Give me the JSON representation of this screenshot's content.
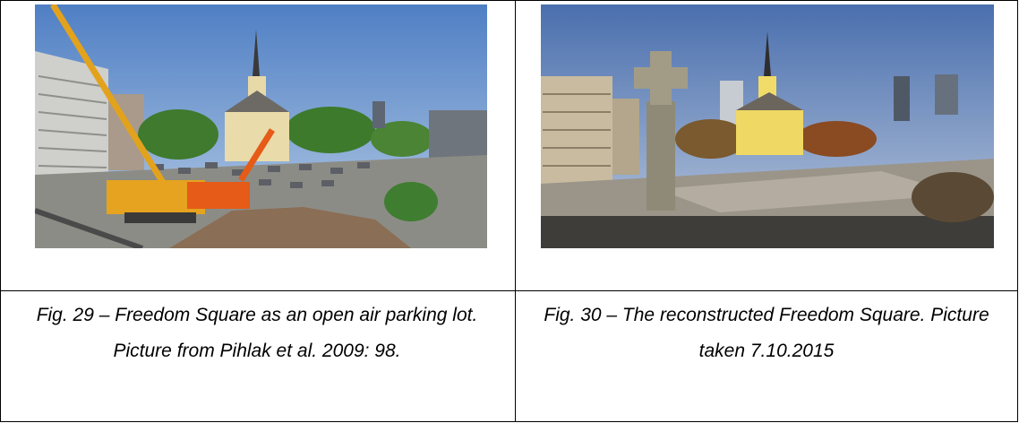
{
  "figures": [
    {
      "caption": "Fig. 29 – Freedom Square as an open air parking lot. Picture from Pihlak et al. 2009: 98.",
      "photo_subject": "construction-cranes-parking-lot-church"
    },
    {
      "caption": "Fig. 30 – The reconstructed Freedom Square. Picture taken 7.10.2015",
      "photo_subject": "square-with-cross-monument-church"
    }
  ]
}
